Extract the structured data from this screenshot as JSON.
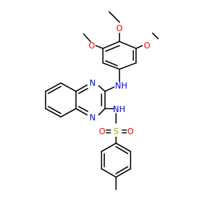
{
  "molecule": {
    "colors": {
      "bond": "#000000",
      "nitrogen": "#0000ff",
      "oxygen": "#ff0000",
      "sulfur": "#b2b200",
      "background": "#ffffff"
    },
    "atom_labels": {
      "o_methoxy_top": "O",
      "o_methoxy_left": "O",
      "o_methoxy_right": "O",
      "nh_upper": "N",
      "nh_upper_h": "H",
      "n_ring_upper": "N",
      "n_ring_lower": "N",
      "nh_lower": "N",
      "nh_lower_h": "H",
      "s_sulfonyl": "S",
      "o_sulfonyl_left": "O",
      "o_sulfonyl_right": "O"
    }
  }
}
